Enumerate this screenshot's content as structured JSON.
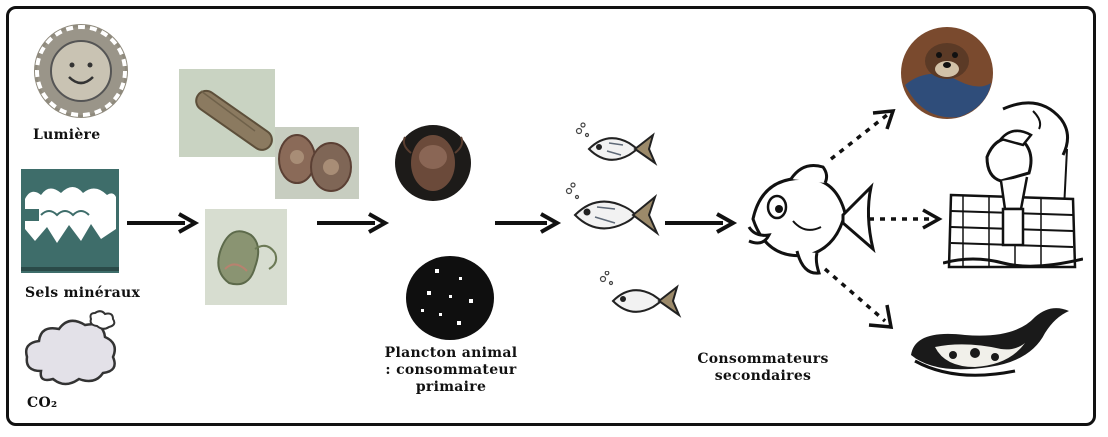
{
  "diagram": {
    "labels": {
      "lumiere": "Lumière",
      "sels_mineraux": "Sels minéraux",
      "co2": "CO₂",
      "plancton_animal": [
        "Plancton animal",
        ": consommateur",
        "primaire"
      ],
      "consommateurs_secondaires": [
        "Consommateurs",
        "secondaires"
      ]
    },
    "colors": {
      "frame": "#111111",
      "sun": "#b9b4a4",
      "water_teal": "#3e6d6a",
      "cloud_fill": "#d9d7df",
      "phyto_green": "#8aa07a",
      "zoo_dark": "#101010",
      "seal_brown": "#7a4a2e"
    }
  }
}
